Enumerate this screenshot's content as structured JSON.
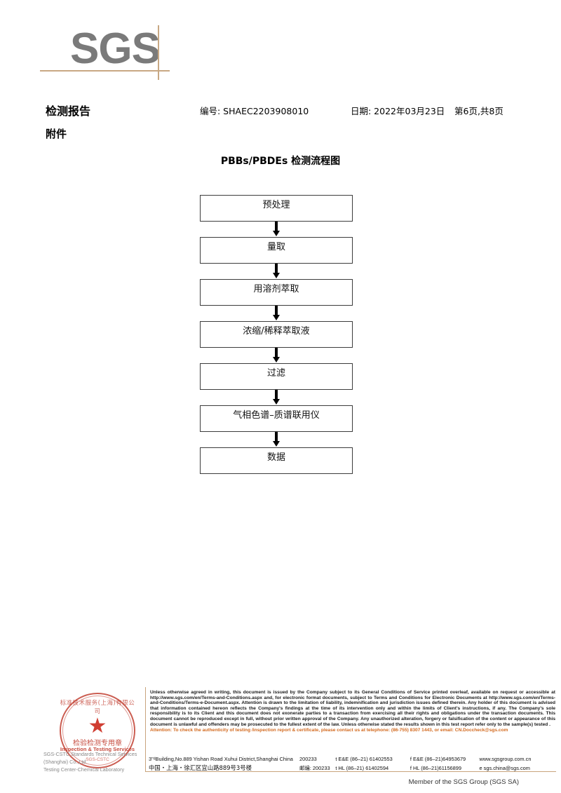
{
  "logo": {
    "brand": "SGS"
  },
  "header": {
    "report_title": "检测报告",
    "attachment_label": "附件",
    "number": "编号: SHAEC2203908010",
    "date": "日期: 2022年03月23日",
    "page": "第6页,共8页"
  },
  "chart_data": {
    "type": "diagram",
    "title": "PBBs/PBDEs 检测流程图",
    "orientation": "vertical",
    "steps": [
      {
        "label": "预处理"
      },
      {
        "label": "量取"
      },
      {
        "label": "用溶剂萃取"
      },
      {
        "label": "浓缩/稀释萃取液"
      },
      {
        "label": "过滤"
      },
      {
        "label": "气相色谱–质谱联用仪"
      },
      {
        "label": "数据"
      }
    ],
    "connector": "down-arrow"
  },
  "stamp": {
    "arc_top": "标准技术服务(上海)有限公司",
    "center_cn": "检验检测专用章",
    "center_en": "Inspection & Testing Services",
    "arc_bottom": "SGS-CSTC",
    "star": "★",
    "color": "#c0392b"
  },
  "company": {
    "line1": "SGS-CSTC Standards Technical Services (Shanghai) Co.,Ltd.",
    "line2": "Testing Center-Chemical Laboratory"
  },
  "footer": {
    "legal": "Unless otherwise agreed in writing, this document is issued by the Company subject to its General Conditions of Service printed overleaf, available on request or accessible at http://www.sgs.com/en/Terms-and-Conditions.aspx and, for electronic format documents, subject to Terms and Conditions for Electronic Documents at http://www.sgs.com/en/Terms-and-Conditions/Terms-e-Document.aspx. Attention is drawn to the limitation of liability, indemnification and jurisdiction issues defined therein. Any holder of this document is advised that information contained hereon reflects the Company's findings at the time of its intervention only and within the limits of Client's instructions, if any. The Company's sole responsibility is to its Client and this document does not exonerate parties to a transaction from exercising all their rights and obligations under the transaction documents. This document cannot be reproduced except in full, without prior written approval of the Company. Any unauthorized alteration, forgery or falsification of the content or appearance of this document is unlawful and offenders may be prosecuted to the fullest extent of the law. Unless otherwise stated the results shown in this test report refer only to the sample(s) tested .",
    "attention": "Attention: To check the authenticity of testing /inspection report & certificate, please contact us at telephone: (86-755) 8307 1443, or email: CN.Doccheck@sgs.com",
    "accent_color": "#d2691e",
    "address_rows": [
      {
        "address": "3\"ᵈBuilding,No.889 Yishan Road Xuhui District,Shanghai China",
        "postcode": "200233",
        "phone1": "t E&E (86–21) 61402553",
        "phone2": "f E&E (86–21)64953679",
        "web": "www.sgsgroup.com.cn"
      },
      {
        "address": "中国・上海・徐汇区宜山路889号3号楼",
        "postcode": "邮编: 200233",
        "phone1": "t HL (86–21) 61402594",
        "phone2": "f HL (86–21)61156899",
        "web": "e sgs.china@sgs.com"
      }
    ],
    "member": "Member of the SGS Group (SGS SA)"
  }
}
